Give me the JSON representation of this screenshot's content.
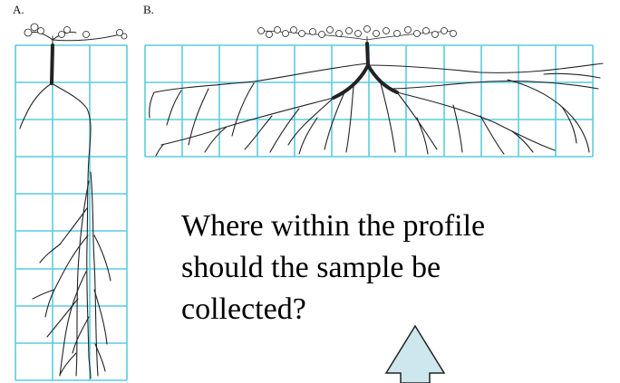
{
  "panels": [
    {
      "id": "A",
      "label": "A."
    },
    {
      "id": "B",
      "label": "B."
    }
  ],
  "question": {
    "lines": [
      "Where within the profile",
      "should the sample be",
      "collected?"
    ]
  },
  "colors": {
    "grid": "#5ccbe0",
    "roots": "#222222",
    "arrow_fill": "#cde7ee",
    "arrow_stroke": "#222222"
  },
  "icons": {
    "arrow": "up-arrow-icon",
    "plant": "plant-icon"
  }
}
